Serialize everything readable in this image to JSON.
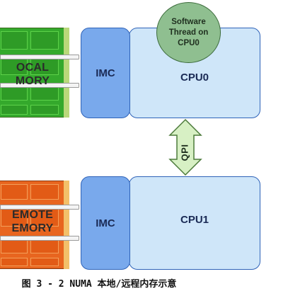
{
  "local_memory": {
    "label_line1": "OCAL",
    "label_line2": "MORY"
  },
  "remote_memory": {
    "label_line1": "EMOTE",
    "label_line2": "EMORY"
  },
  "node0": {
    "imc_label": "IMC",
    "cpu_label": "CPU0"
  },
  "node1": {
    "imc_label": "IMC",
    "cpu_label": "CPU1"
  },
  "thread": {
    "line1": "Software",
    "line2": "Thread on",
    "line3": "CPU0"
  },
  "interconnect": {
    "label": "QPI"
  },
  "caption": "图 3 - 2 NUMA 本地/远程内存示意",
  "colors": {
    "local_memory": "#34a92c",
    "remote_memory": "#e8651f",
    "imc": "#79a9ec",
    "cpu": "#cfe6f9",
    "thread": "#8fbf90",
    "qpi_arrow": "#d7f0c4"
  }
}
